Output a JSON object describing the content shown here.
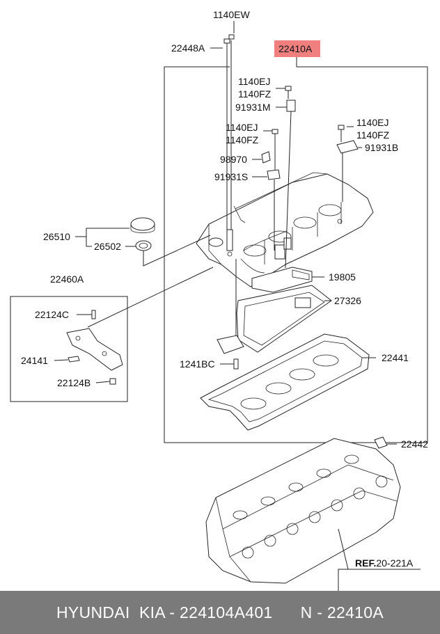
{
  "labels": {
    "l_1140EW": "1140EW",
    "l_22448A": "22448A",
    "l_22410A": "22410A",
    "l_1140EJ_a": "1140EJ",
    "l_1140FZ_a": "1140FZ",
    "l_91931M": "91931M",
    "l_1140EJ_b": "1140EJ",
    "l_1140FZ_b": "1140FZ",
    "l_98970": "98970",
    "l_91931S": "91931S",
    "l_1140EJ_c": "1140EJ",
    "l_1140FZ_c": "1140FZ",
    "l_91931B": "91931B",
    "l_26510": "26510",
    "l_26502": "26502",
    "l_22460A": "22460A",
    "l_22124C": "22124C",
    "l_24141": "24141",
    "l_22124B": "22124B",
    "l_19805": "19805",
    "l_27326": "27326",
    "l_1241BC": "1241BC",
    "l_22441": "22441",
    "l_22442": "22442",
    "l_ref_bold": "REF.",
    "l_ref_rest": "20-221A"
  },
  "highlight_color": "#f08080",
  "footer": {
    "text": "HYUNDAI  KIA - 224104A401      N - 22410A"
  }
}
